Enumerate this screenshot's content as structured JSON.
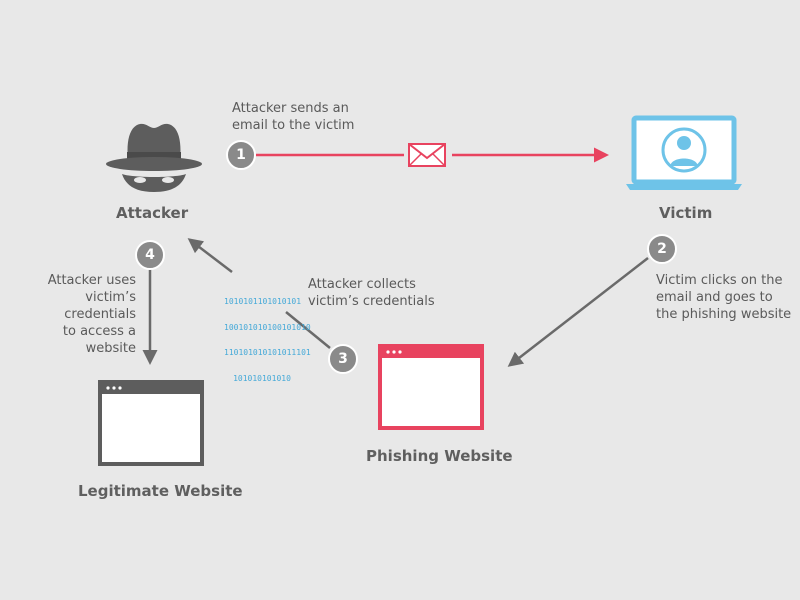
{
  "nodes": {
    "attacker": "Attacker",
    "victim": "Victim",
    "phishing": "Phishing Website",
    "legitimate": "Legitimate Website"
  },
  "steps": [
    {
      "num": "1",
      "text": "Attacker sends an\nemail to the victim"
    },
    {
      "num": "2",
      "text": "Victim clicks on the\nemail and goes to\nthe phishing website"
    },
    {
      "num": "3",
      "text": "Attacker collects\nvictim’s credentials"
    },
    {
      "num": "4",
      "text": "Attacker uses\nvictim’s credentials\nto access a website"
    }
  ],
  "binary": {
    "line1": "1010101101010101",
    "line2": "100101010100101010",
    "line3": "110101010101011101",
    "line4": "101010101010"
  },
  "colors": {
    "background": "#e8e8e8",
    "phishing_red": "#e8435f",
    "victim_blue": "#6ec3e8",
    "attacker_gray": "#5d5d5d",
    "neutral_gray": "#6a6a6a",
    "binary_blue": "#45a9d8",
    "badge_gray": "#8a8a8a"
  },
  "icons": {
    "attacker": "spy-hat-icon",
    "victim": "laptop-user-icon",
    "email": "envelope-icon",
    "phishing": "browser-window-icon",
    "legitimate": "browser-window-icon"
  }
}
